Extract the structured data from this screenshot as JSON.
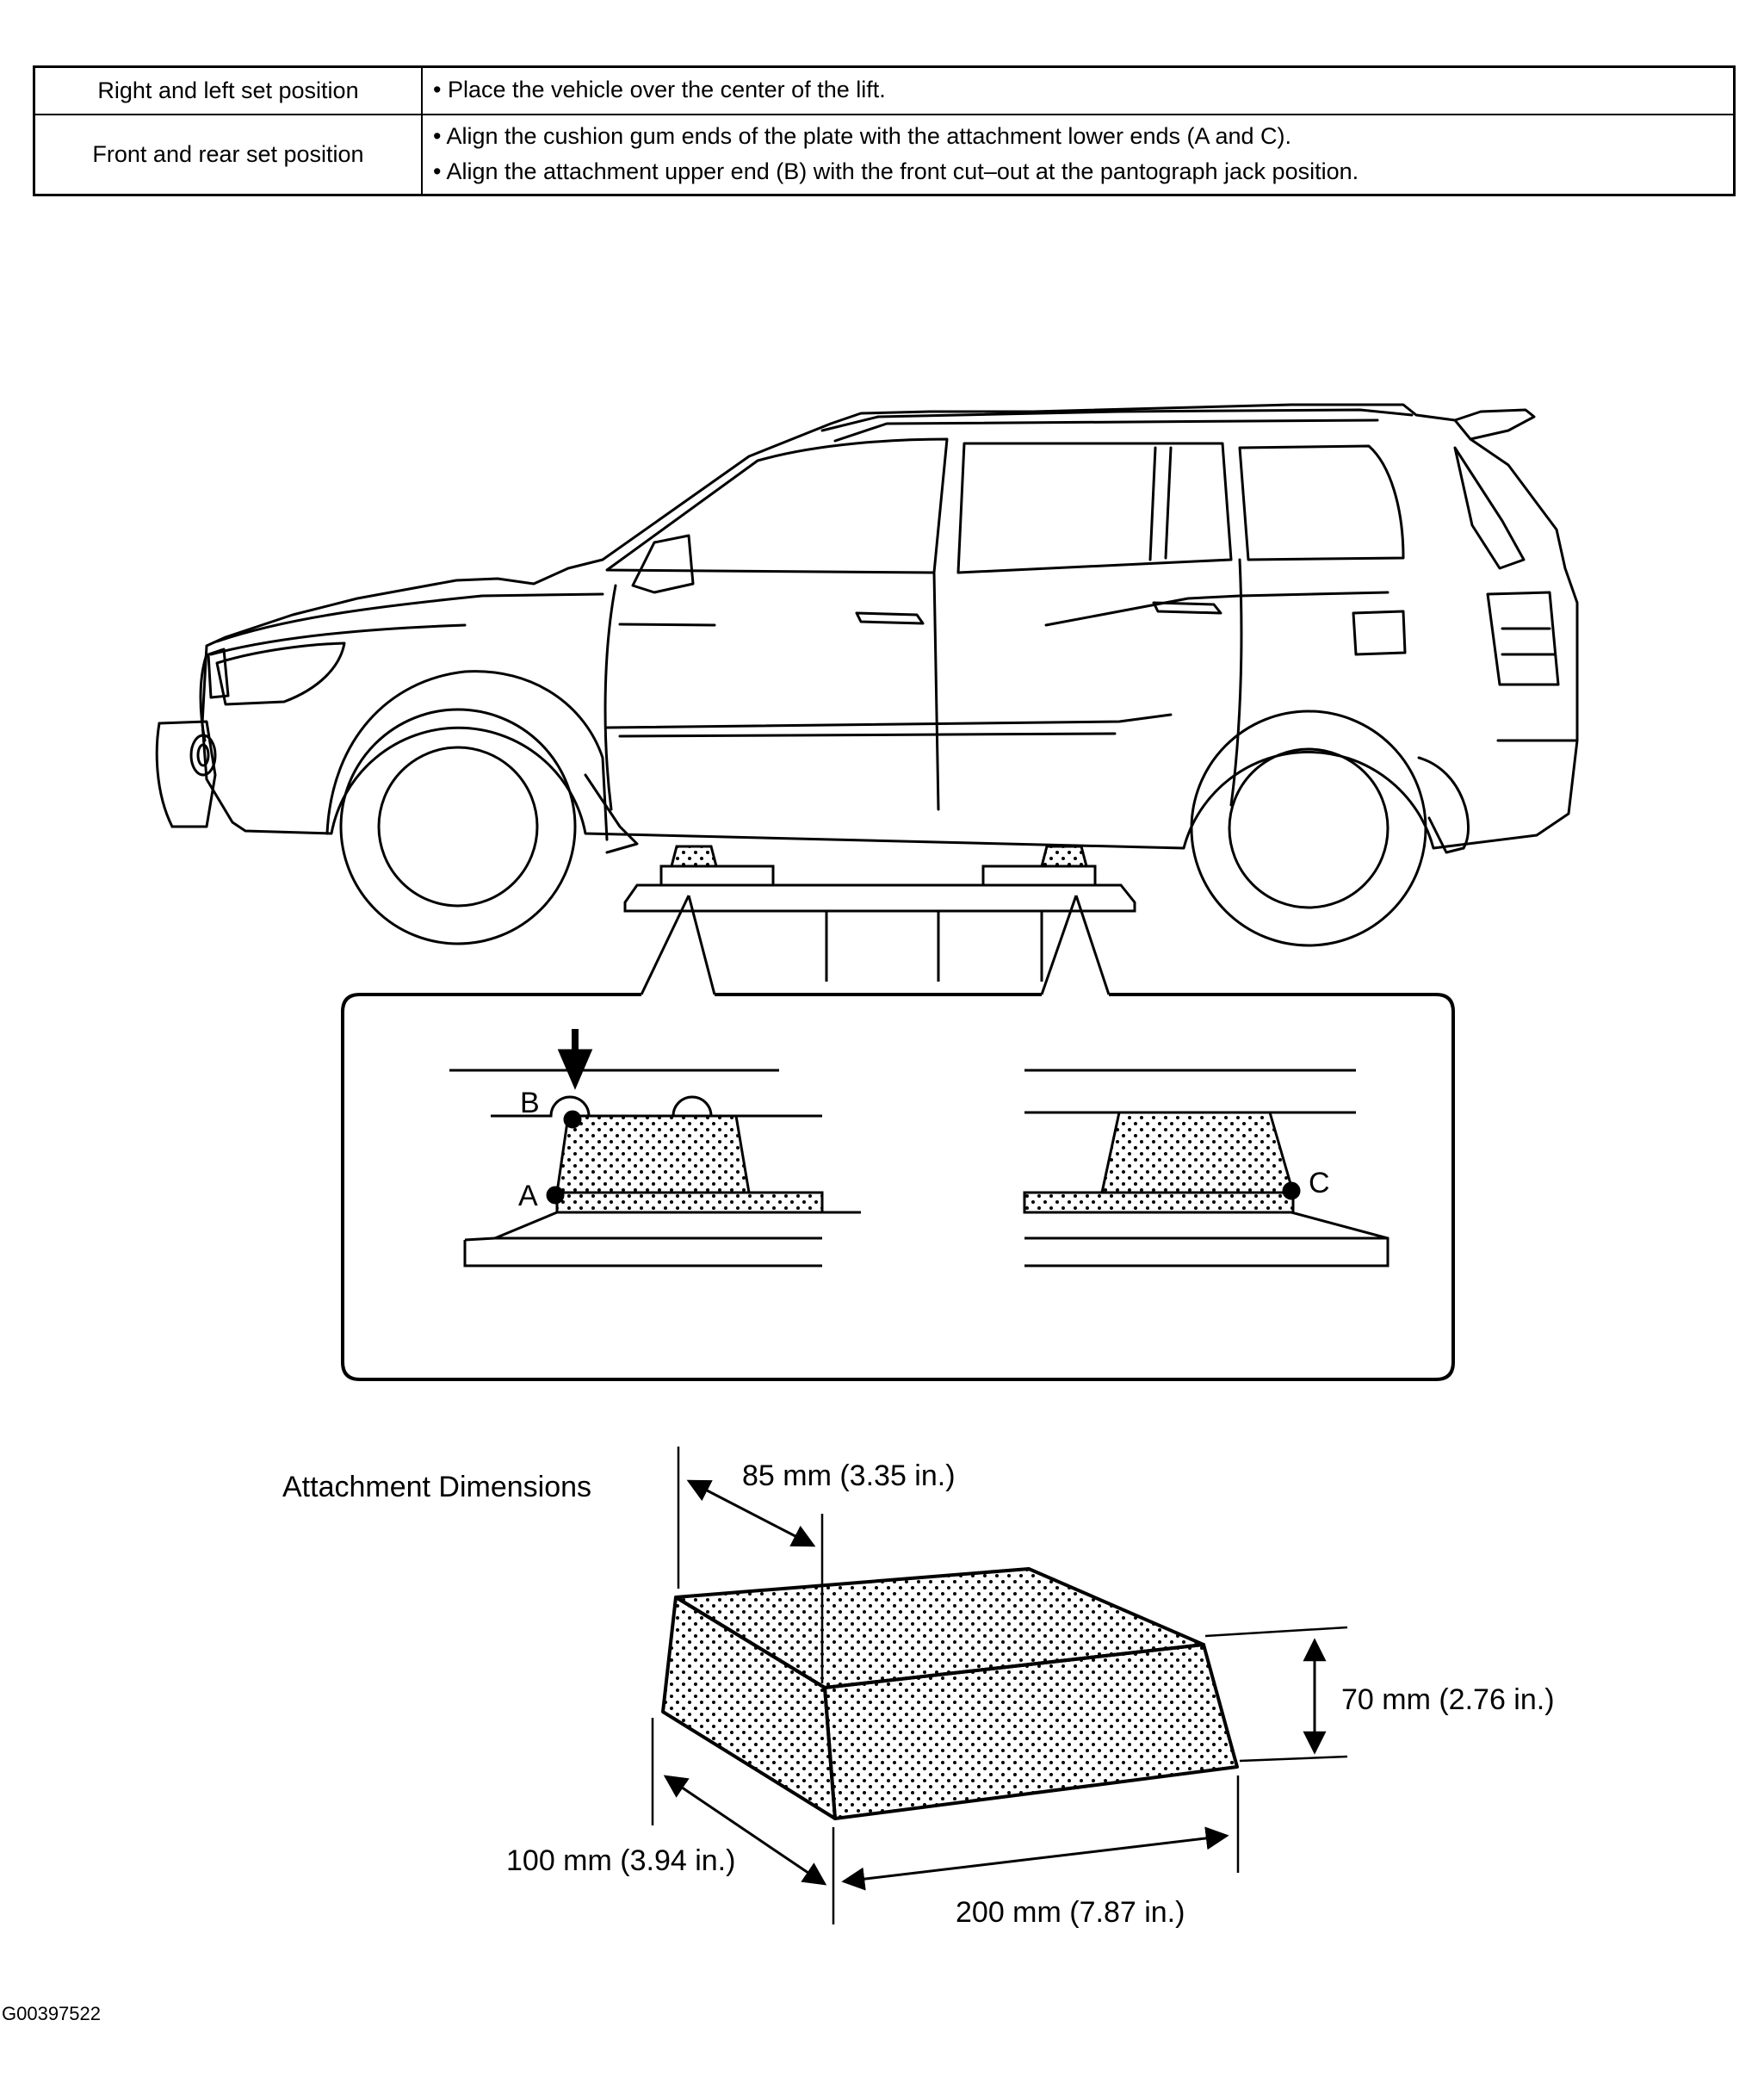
{
  "table": {
    "rows": [
      {
        "label": "Right and left set position",
        "lines": [
          "• Place the vehicle over the center of the lift."
        ]
      },
      {
        "label": "Front and rear set position",
        "lines": [
          "• Align the cushion gum ends of the plate with the attachment lower ends (A and C).",
          "• Align the attachment upper end (B) with the front cut–out at the pantograph jack position."
        ]
      }
    ]
  },
  "detail": {
    "label_a": "A",
    "label_b": "B",
    "label_c": "C"
  },
  "dimensions": {
    "title": "Attachment Dimensions",
    "top_depth": "85 mm (3.35 in.)",
    "height": "70 mm (2.76 in.)",
    "bottom_depth": "100 mm (3.94 in.)",
    "length": "200 mm (7.87 in.)"
  },
  "figure_id": "G00397522"
}
